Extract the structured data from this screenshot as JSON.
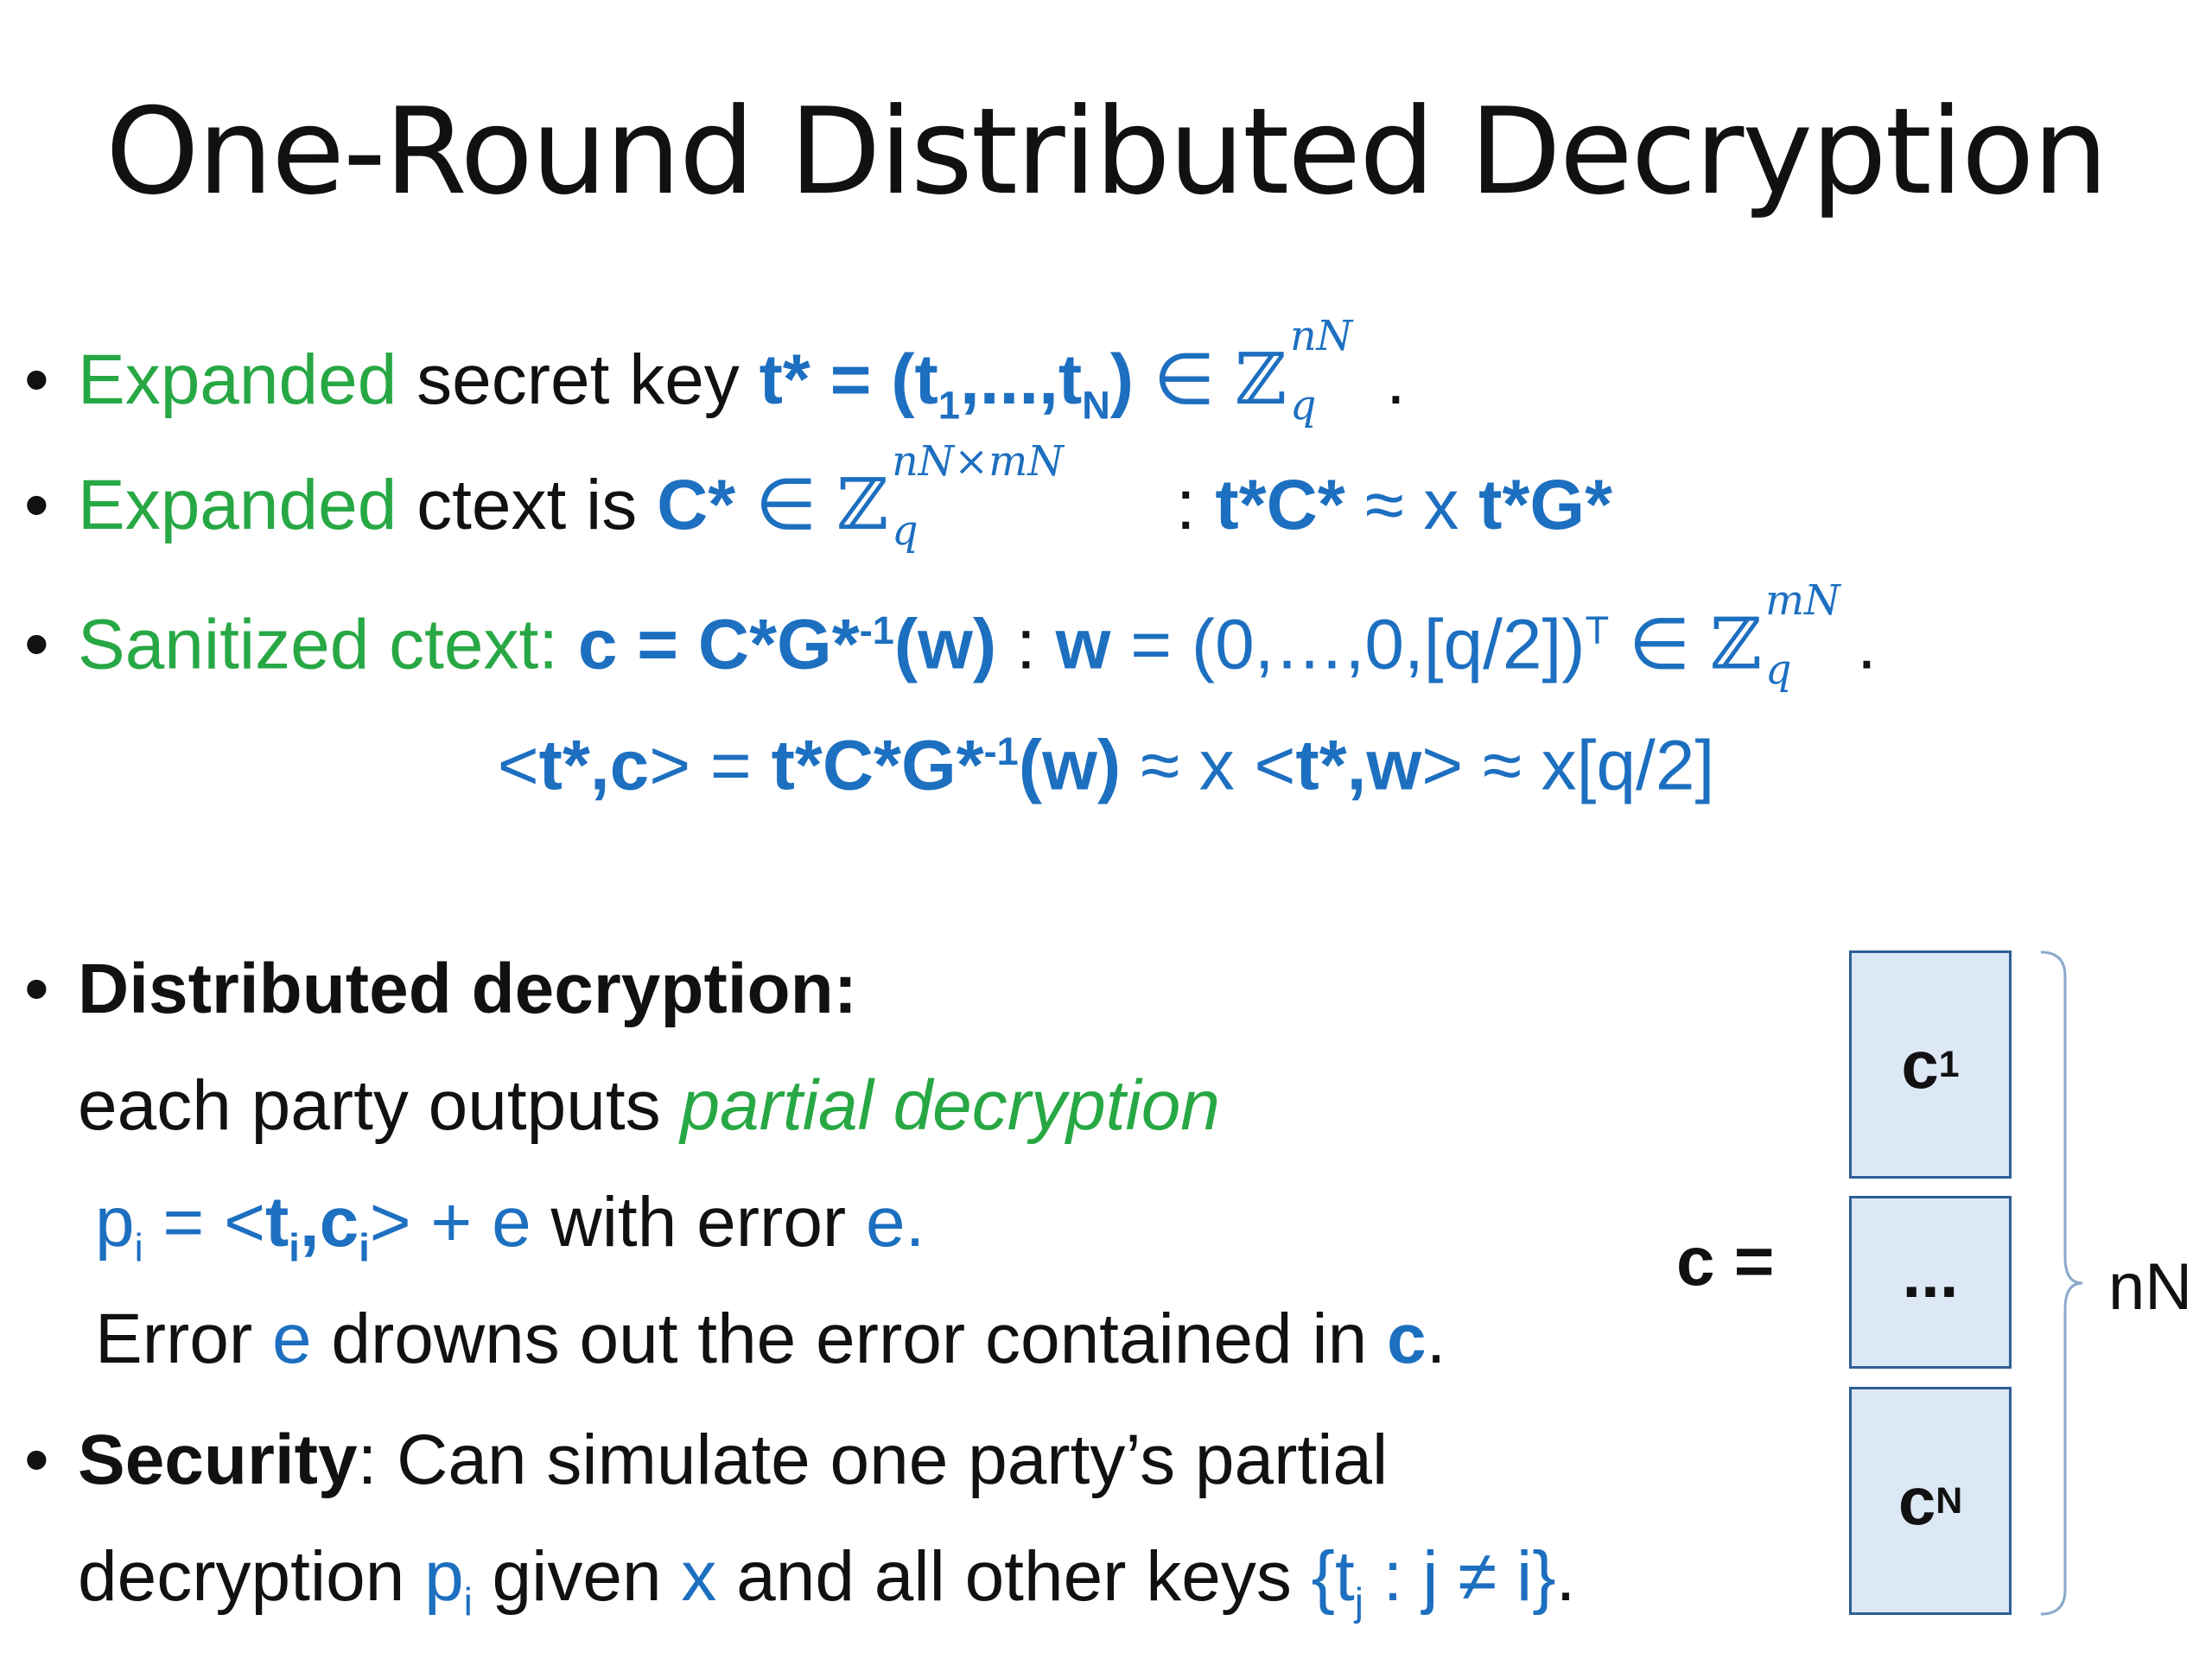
{
  "title": "One-Round Distributed Decryption",
  "bullet_char": "•",
  "line1": {
    "green": "Expanded",
    "text": " secret key ",
    "key": "t* = (t",
    "sub1": "1",
    "mid": ",...,t",
    "subN": "N",
    "close": ")",
    "elem": "  ∈ ",
    "field": "ℤ",
    "exp": "nN",
    "q": "q",
    "end": "."
  },
  "line2": {
    "green": "Expanded",
    "text": " ctext is ",
    "C": "C*",
    "elem": " ∈ ",
    "field": "ℤ",
    "exp": "nN×mN",
    "q": "q",
    "colon": " :  ",
    "rel": "t*C*",
    "approx": " ≈ x ",
    "rhs": "t*G*"
  },
  "line3": {
    "green": "Sanitized ctext:",
    "eq": "  c = C*G*",
    "inv": "-1",
    "w": "(w)",
    "colon": "   :  ",
    "wdef": "w",
    "wval": " = (0,…,0,[q/2])",
    "T": "T",
    "elem": " ∈ ",
    "field": "ℤ",
    "exp": "mN",
    "q": "q",
    "end": "."
  },
  "line4": {
    "lt": "<",
    "a": "t*,c",
    "gt": "> = ",
    "b": "t*C*G*",
    "inv": "-1",
    "w": "(w)",
    "approx": " ≈ x <",
    "c": "t*,w",
    "tail": "> ≈  x[q/2]"
  },
  "dist": {
    "heading": "Distributed decryption:",
    "line1_text": "each party outputs ",
    "line1_green": "partial decryption",
    "p": "p",
    "p_sub": "i",
    "eq": " = <",
    "t": "t",
    "t_sub": "i",
    "comma": ",",
    "c": "c",
    "c_sub": "i",
    "plus": "> + e",
    "with": "  with error ",
    "e": "e.",
    "err1": "Error ",
    "err_e": "e",
    "err2": " drowns out the error contained in ",
    "err_c": "c",
    "err_end": "."
  },
  "security": {
    "heading": "Security",
    "text": ": Can simulate one party’s partial",
    "line2_text": "decryption ",
    "p": "p",
    "p_sub": "i",
    "given": " given ",
    "x": "x",
    "rest": " and all other keys ",
    "set_open": "{t",
    "set_sub": "j",
    "set_close": " : j ≠ i}",
    "end": "."
  },
  "vector": {
    "label": "c =",
    "c1": "c",
    "c1_sub": "1",
    "dots": "...",
    "cN": "c",
    "cN_sub": "N",
    "size_label": "nN"
  },
  "colors": {
    "green": "#27a844",
    "blue": "#1d6fc0",
    "box_fill": "#dde8f6",
    "box_border": "#2e5f96"
  }
}
